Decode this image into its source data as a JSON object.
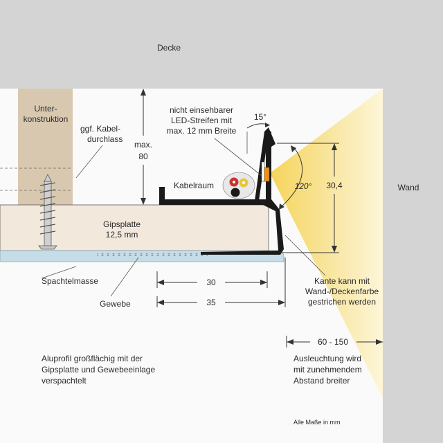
{
  "labels": {
    "decke": "Decke",
    "wand": "Wand",
    "unterkonstruktion_1": "Unter-",
    "unterkonstruktion_2": "konstruktion",
    "kabeldurchlass_1": "ggf. Kabel-",
    "kabeldurchlass_2": "durchlass",
    "max_1": "max.",
    "max_2": "80",
    "led_1": "nicht einsehbarer",
    "led_2": "LED-Streifen mit",
    "led_3": "max. 12 mm Breite",
    "angle_15": "15°",
    "angle_120": "120°",
    "kabelraum": "Kabelraum",
    "gipsplatte_1": "Gipsplatte",
    "gipsplatte_2": "12,5 mm",
    "spachtelmasse": "Spachtelmasse",
    "gewebe": "Gewebe",
    "dim_30": "30",
    "dim_35": "35",
    "dim_30_4": "30,4",
    "dim_60_150": "60 - 150",
    "kante_1": "Kante kann mit",
    "kante_2": "Wand-/Deckenfarbe",
    "kante_3": "gestrichen werden",
    "alu_1": "Aluprofil großflächig mit der",
    "alu_2": "Gipsplatte und Gewebeeinlage",
    "alu_3": "verspachtelt",
    "ausl_1": "Ausleuchtung wird",
    "ausl_2": "mit zunehmendem",
    "ausl_3": "Abstand breiter",
    "masse": "Alle Maße in mm"
  },
  "colors": {
    "ceiling": "#d4d4d4",
    "room": "#fafafa",
    "wood": "#d8c8b0",
    "plasterboard": "#f2e9dc",
    "filler": "#c5dde6",
    "profile": "#1a1a1a",
    "light": "#f7dc6f",
    "led": "#e8941a"
  }
}
